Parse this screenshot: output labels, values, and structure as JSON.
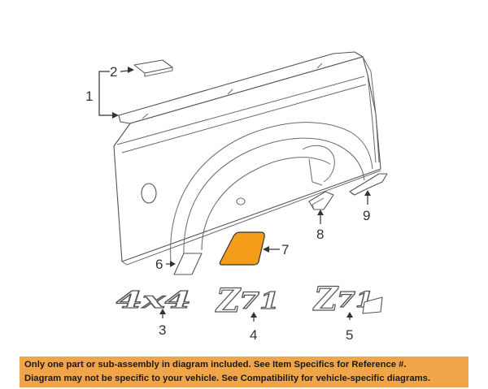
{
  "callouts": {
    "c1": "1",
    "c2": "2",
    "c3": "3",
    "c4": "4",
    "c5": "5",
    "c6": "6",
    "c7": "7",
    "c8": "8",
    "c9": "9"
  },
  "badges": {
    "four_by_four": "4x4",
    "z71_z": "Z",
    "z71_num": "71",
    "z71_off_z": "Z",
    "z71_off_num": "71"
  },
  "colors": {
    "highlight_part": "#f59c1a",
    "footer_background": "#f1a54a"
  },
  "footer": {
    "line1": "Only one part or sub-assembly in diagram included. See Item Specifics for Reference #.",
    "line2": "Diagram may not be specific to your vehicle. See Compatibility for vehicle-specific diagrams."
  }
}
